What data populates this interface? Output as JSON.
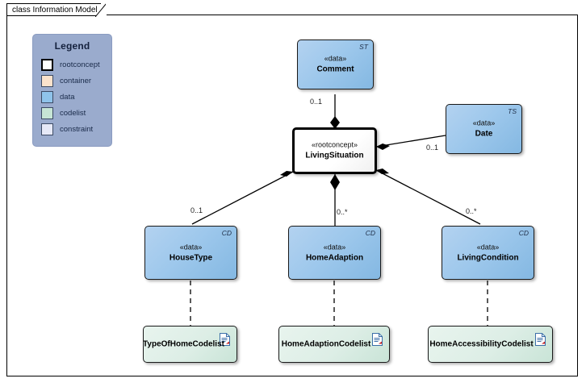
{
  "diagram": {
    "frame_label": "class Information Model",
    "background": "#ffffff",
    "border_color": "#000000"
  },
  "legend": {
    "title": "Legend",
    "background": "#9aabcd",
    "items": [
      {
        "label": "rootconcept",
        "color": "#ffffff",
        "style": "root"
      },
      {
        "label": "container",
        "color": "#fae2cc",
        "style": "normal"
      },
      {
        "label": "data",
        "color": "#8fc3ea",
        "style": "normal"
      },
      {
        "label": "codelist",
        "color": "#c6e5d5",
        "style": "normal"
      },
      {
        "label": "constraint",
        "color": "#e6e9f7",
        "style": "normal"
      }
    ]
  },
  "classes": [
    {
      "id": "comment",
      "name": "Comment",
      "stereotype": "«data»",
      "corner_tag": "ST",
      "kind": "data"
    },
    {
      "id": "living_situation",
      "name": "LivingSituation",
      "stereotype": "«rootconcept»",
      "corner_tag": "",
      "kind": "rootconcept"
    },
    {
      "id": "date",
      "name": "Date",
      "stereotype": "«data»",
      "corner_tag": "TS",
      "kind": "data"
    },
    {
      "id": "house_type",
      "name": "HouseType",
      "stereotype": "«data»",
      "corner_tag": "CD",
      "kind": "data"
    },
    {
      "id": "home_adaption",
      "name": "HomeAdaption",
      "stereotype": "«data»",
      "corner_tag": "CD",
      "kind": "data"
    },
    {
      "id": "living_condition",
      "name": "LivingCondition",
      "stereotype": "«data»",
      "corner_tag": "CD",
      "kind": "data"
    },
    {
      "id": "type_of_home_codelist",
      "name": "TypeOfHomeCodelist",
      "stereotype": "",
      "corner_tag": "",
      "kind": "codelist"
    },
    {
      "id": "home_adaption_codelist",
      "name": "HomeAdaptionCodelist",
      "stereotype": "",
      "corner_tag": "",
      "kind": "codelist"
    },
    {
      "id": "home_accessibility_codelist",
      "name": "HomeAccessibilityCodelist",
      "stereotype": "",
      "corner_tag": "",
      "kind": "codelist"
    }
  ],
  "relationships": [
    {
      "from": "living_situation",
      "to": "comment",
      "type": "composition",
      "multiplicity": "0..1"
    },
    {
      "from": "living_situation",
      "to": "date",
      "type": "composition",
      "multiplicity": "0..1"
    },
    {
      "from": "living_situation",
      "to": "house_type",
      "type": "composition",
      "multiplicity": "0..1"
    },
    {
      "from": "living_situation",
      "to": "home_adaption",
      "type": "composition",
      "multiplicity": "0..*"
    },
    {
      "from": "living_situation",
      "to": "living_condition",
      "type": "composition",
      "multiplicity": "0..*"
    },
    {
      "from": "house_type",
      "to": "type_of_home_codelist",
      "type": "dependency",
      "multiplicity": ""
    },
    {
      "from": "home_adaption",
      "to": "home_adaption_codelist",
      "type": "dependency",
      "multiplicity": ""
    },
    {
      "from": "living_condition",
      "to": "home_accessibility_codelist",
      "type": "dependency",
      "multiplicity": ""
    }
  ]
}
